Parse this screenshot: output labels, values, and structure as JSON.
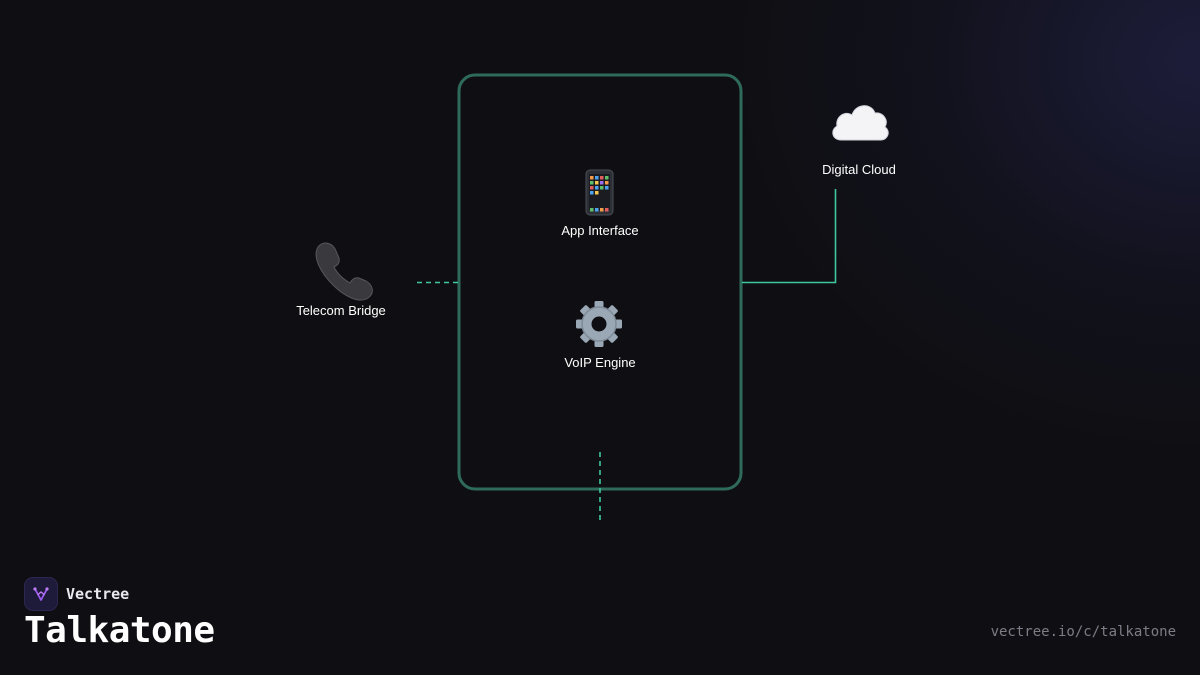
{
  "diagram": {
    "nodes": {
      "app_interface": {
        "icon": "mobile-phone-icon",
        "label": "App Interface"
      },
      "voip_engine": {
        "icon": "gear-icon",
        "label": "VoIP Engine"
      },
      "telecom_bridge": {
        "icon": "telephone-receiver-icon",
        "label": "Telecom Bridge"
      },
      "digital_cloud": {
        "icon": "cloud-icon",
        "label": "Digital Cloud"
      }
    },
    "colors": {
      "container_border": "#2f6b5a",
      "connector": "#3fc7a0"
    }
  },
  "brand": {
    "logo": "vectree-logo-icon",
    "name": "Vectree"
  },
  "title": "Talkatone",
  "url": "vectree.io/c/talkatone"
}
